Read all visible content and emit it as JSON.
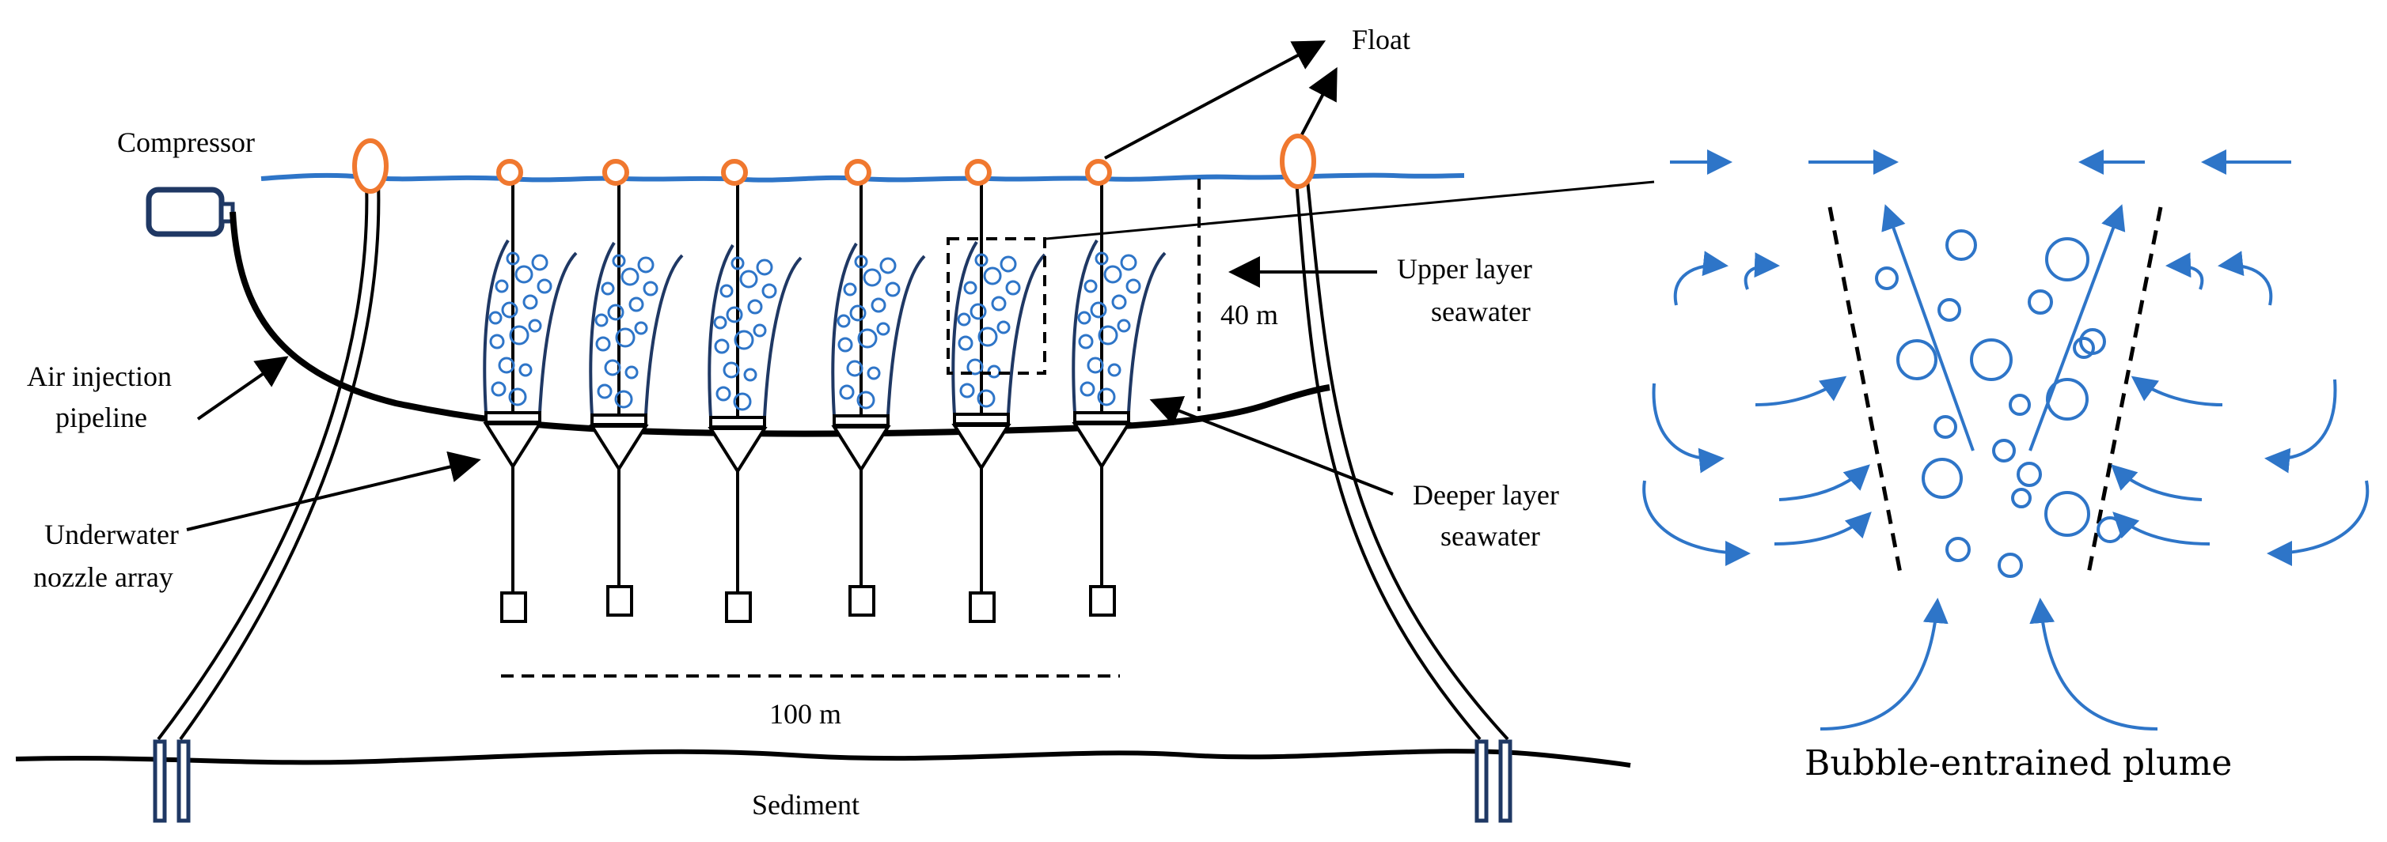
{
  "labels": {
    "float": "Float",
    "compressor": "Compressor",
    "air_injection_line1": "Air injection",
    "air_injection_line2": "pipeline",
    "nozzle_line1": "Underwater",
    "nozzle_line2": "nozzle array",
    "upper_line1": "Upper layer",
    "upper_line2": "seawater",
    "deeper_line1": "Deeper layer",
    "deeper_line2": "seawater",
    "depth": "40 m",
    "span": "100 m",
    "sediment": "Sediment",
    "plume_title": "Bubble-entrained plume"
  },
  "colors": {
    "water_line": "#2E75C8",
    "bubble": "#2E75C8",
    "float": "#F0782F",
    "anchor": "#1F3864",
    "line": "#000000"
  }
}
